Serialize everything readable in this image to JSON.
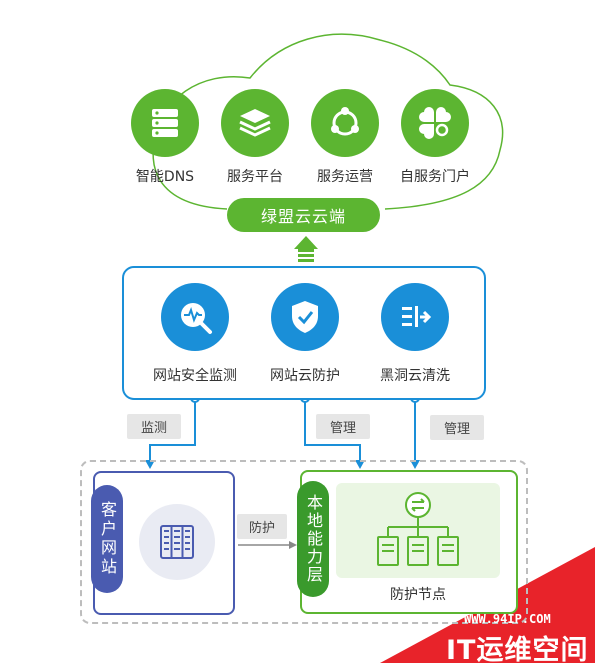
{
  "cloud": {
    "services": [
      {
        "label": "智能DNS",
        "icon": "server-stack-icon"
      },
      {
        "label": "服务平台",
        "icon": "layers-icon"
      },
      {
        "label": "服务运营",
        "icon": "cycle-icon"
      },
      {
        "label": "自服务门户",
        "icon": "clover-icon"
      }
    ],
    "name": "绿盟云云端"
  },
  "security": {
    "services": [
      {
        "label": "网站安全监测",
        "icon": "monitor-search-icon"
      },
      {
        "label": "网站云防护",
        "icon": "shield-check-icon"
      },
      {
        "label": "黑洞云清洗",
        "icon": "filter-arrow-icon"
      }
    ]
  },
  "connectors": {
    "monitor": "监测",
    "manage1": "管理",
    "manage2": "管理",
    "protect": "防护"
  },
  "customer": {
    "label": "客户网站",
    "icon": "server-rack-icon"
  },
  "local": {
    "label": "本地能力层",
    "node_label": "防护节点",
    "icon": "network-nodes-icon"
  },
  "watermark": {
    "url": "WWW.94IP.COM",
    "title": "IT运维空间"
  },
  "colors": {
    "green": "#5cb531",
    "blue": "#1a8fd8",
    "indigo": "#4a5bb0",
    "watermark_red": "#e8232a"
  }
}
